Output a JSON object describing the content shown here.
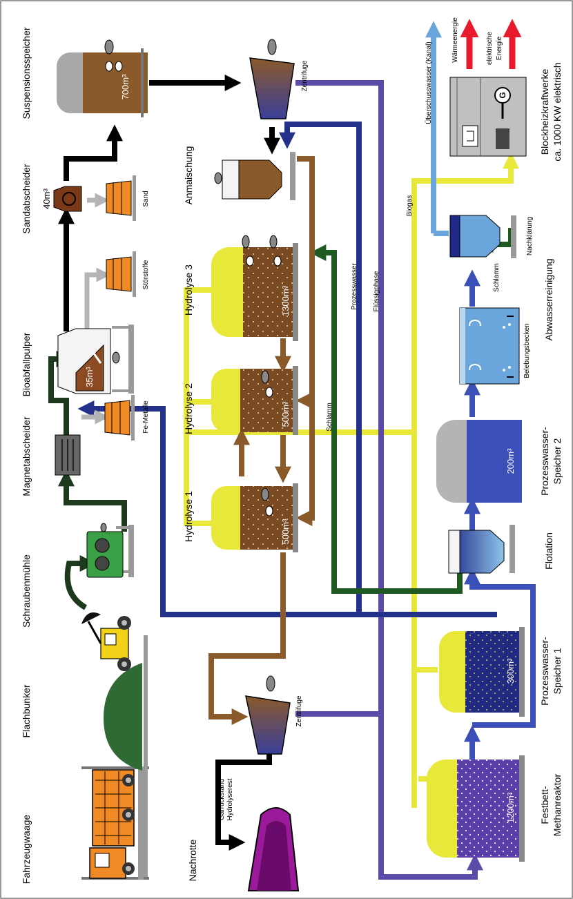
{
  "stages": {
    "fahrzeugwaage": "Fahrzeugwaage",
    "flachbunker": "Flachbunker",
    "schraubenmuehle": "Schraubenmühle",
    "magnetabscheider": "Magnetabscheider",
    "bioabfallpulper": "Bioabfallpulper",
    "sandabscheider": "Sandabscheider",
    "suspensionsspeicher": "Suspensionsspeicher",
    "nachrotte": "Nachrotte",
    "hydrolyse1": "Hydrolyse 1",
    "hydrolyse2": "Hydrolyse 2",
    "hydrolyse3": "Hydrolyse 3",
    "anmaischung": "Anmaischung",
    "festbett_1": "Festbett-",
    "festbett_2": "Methanreaktor",
    "pws1_1": "Prozesswasser-",
    "pws1_2": "Speicher 1",
    "flotation": "Flotation",
    "pws2_1": "Prozesswasser-",
    "pws2_2": "Speicher 2",
    "abwasserreinigung": "Abwasserreinigung",
    "bhkw_1": "Blockheizkraftwerke",
    "bhkw_2": "ca. 1000 KW elektrisch"
  },
  "labels": {
    "fe_metalle": "Fe-Metalle",
    "stoerstoffe": "Störstoffe",
    "sand": "Sand",
    "zentrifuge_top": "Zentrifuge",
    "zentrifuge_bottom": "Zentrifuge",
    "gaerrueckstand": "Gärrückstand",
    "hydrolyserest": "Hydrolyserest",
    "schlamm_mid": "Schlamm",
    "prozesswasser": "Prozesswasser",
    "fluessigphase": "Flüssigphase",
    "biogas": "Biogas",
    "ueberschusswasser": "Überschusswasser (Kanal)",
    "waermeenergie": "Wärmeenergie",
    "elektrische_1": "elektrische",
    "elektrische_2": "Energie",
    "belebungsbecken": "Belebungsbecken",
    "nachklaerung": "Nachklärung",
    "schlamm_abw": "Schlamm",
    "g_symbol": "G"
  },
  "volumes": {
    "pulper": "35m³",
    "sandabscheider": "40m³",
    "suspension": "700m³",
    "hydrolyse1": "500m³",
    "hydrolyse2": "500m³",
    "hydrolyse3": "1300m³",
    "festbett": "1200m³",
    "pws1": "300m³",
    "pws2": "200m³"
  },
  "colors": {
    "substrate": "#1e3a1e",
    "hydrolysate": "#8b5a2b",
    "liquid": "#3b3f9a",
    "biogas": "#e8e83a",
    "process_water": "#3a50b8",
    "waste_water": "#6aa6dc",
    "heat": "#e8192c",
    "residue": "#8a1a8a",
    "separated": "#e8801e",
    "separated_grey": "#b4b4b4"
  }
}
